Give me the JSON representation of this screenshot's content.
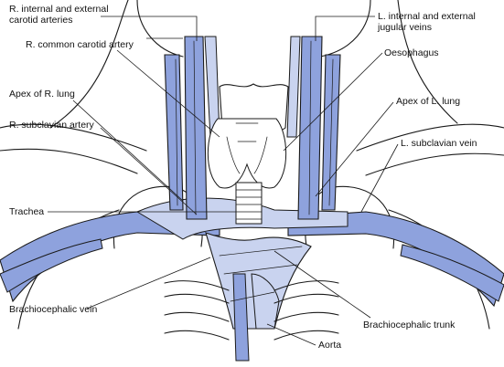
{
  "labels": {
    "r_carotid_line1": "R. internal and external",
    "r_carotid_line2": "carotid arteries",
    "r_common_carotid": "R. common carotid artery",
    "apex_r_lung": "Apex of R. lung",
    "r_subclavian_artery": "R. subclavian artery",
    "trachea": "Trachea",
    "brachiocephalic_vein": "Brachiocephalic vein",
    "l_jugular_line1": "L. internal and external",
    "l_jugular_line2": "jugular veins",
    "oesophagus": "Oesophagus",
    "apex_l_lung": "Apex of L. lung",
    "l_subclavian_vein": "L. subclavian vein",
    "brachiocephalic_trunk": "Brachiocephalic trunk",
    "aorta": "Aorta"
  },
  "colors": {
    "vessel_fill": "#8ea2dd",
    "vessel_light": "#c9d3ef",
    "outline": "#1a1a1a",
    "background": "#ffffff"
  }
}
